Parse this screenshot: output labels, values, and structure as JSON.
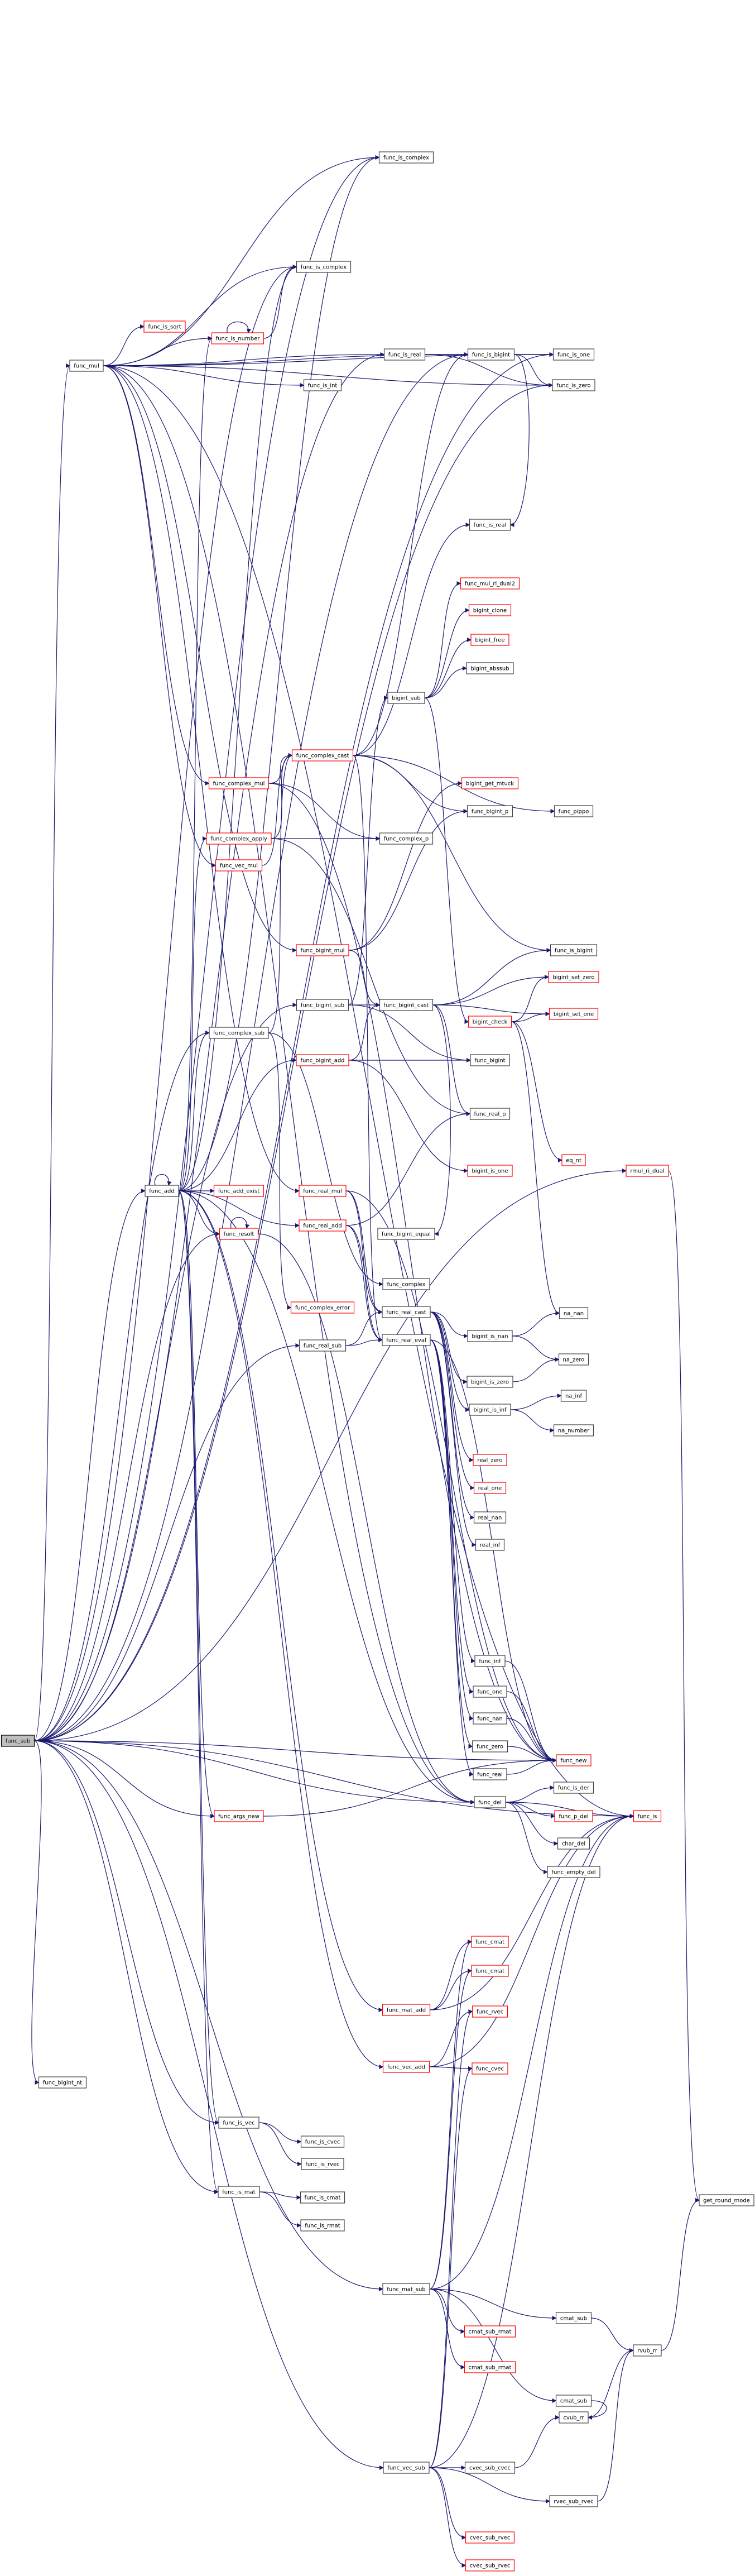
{
  "colors": {
    "edge": "#191970",
    "node_border": "#404040",
    "missing_border": "#ff0000",
    "root_fill": "#bfbfbf"
  },
  "nodes": [
    {
      "id": "func_sub",
      "label": "func_sub",
      "style": "root"
    },
    {
      "id": "func_mul",
      "label": "func_mul",
      "style": "normal"
    },
    {
      "id": "func_add",
      "label": "func_add",
      "style": "normal"
    },
    {
      "id": "func_is_complex",
      "label": "func_is_complex",
      "style": "normal"
    },
    {
      "id": "func_is_complex2",
      "label": "func_is_complex",
      "style": "normal"
    },
    {
      "id": "func_is_number",
      "label": "func_is_number",
      "style": "missing"
    },
    {
      "id": "func_is_sqrt",
      "label": "func_is_sqrt",
      "style": "missing"
    },
    {
      "id": "func_is_real",
      "label": "func_is_real",
      "style": "normal"
    },
    {
      "id": "func_is_int",
      "label": "func_is_int",
      "style": "normal"
    },
    {
      "id": "func_is_bigint",
      "label": "func_is_bigint",
      "style": "normal"
    },
    {
      "id": "func_is_one",
      "label": "func_is_one",
      "style": "normal"
    },
    {
      "id": "func_is_zero",
      "label": "func_is_zero",
      "style": "normal"
    },
    {
      "id": "func_is_real_b",
      "label": "func_is_real",
      "style": "normal"
    },
    {
      "id": "func_mul_ri_dual",
      "label": "func_mul_ri_dual2",
      "style": "missing"
    },
    {
      "id": "bigint_clone",
      "label": "bigint_clone",
      "style": "missing"
    },
    {
      "id": "bigint_free",
      "label": "bigint_free",
      "style": "missing"
    },
    {
      "id": "bigint_abssub",
      "label": "bigint_abssub",
      "style": "normal"
    },
    {
      "id": "bigint_sub",
      "label": "bigint_sub",
      "style": "normal"
    },
    {
      "id": "func_complex_mul",
      "label": "func_complex_mul",
      "style": "missing"
    },
    {
      "id": "func_complex_cast",
      "label": "func_complex_cast",
      "style": "missing"
    },
    {
      "id": "func_complex_apply",
      "label": "func_complex_apply",
      "style": "missing"
    },
    {
      "id": "func_vec_mul",
      "label": "func_vec_mul",
      "style": "missing"
    },
    {
      "id": "func_complex_p",
      "label": "func_complex_p",
      "style": "normal"
    },
    {
      "id": "bigint_get_mtuck",
      "label": "bigint_get_mtuck",
      "style": "missing"
    },
    {
      "id": "func_bigint_p",
      "label": "func_bigint_p",
      "style": "normal"
    },
    {
      "id": "func_pippo",
      "label": "func_pippo",
      "style": "normal"
    },
    {
      "id": "func_bigint_mul",
      "label": "func_bigint_mul",
      "style": "missing"
    },
    {
      "id": "func_is_bigint2",
      "label": "func_is_bigint",
      "style": "normal"
    },
    {
      "id": "func_bigint_sub",
      "label": "func_bigint_sub",
      "style": "normal"
    },
    {
      "id": "func_bigint_cast",
      "label": "func_bigint_cast",
      "style": "normal"
    },
    {
      "id": "bigint_set_zero",
      "label": "bigint_set_zero",
      "style": "missing"
    },
    {
      "id": "func_complex_sub",
      "label": "func_complex_sub",
      "style": "normal"
    },
    {
      "id": "bigint_check",
      "label": "bigint_check",
      "style": "missing"
    },
    {
      "id": "bigint_set_one",
      "label": "bigint_set_one",
      "style": "missing"
    },
    {
      "id": "func_bigint_add",
      "label": "func_bigint_add",
      "style": "missing"
    },
    {
      "id": "func_bigint",
      "label": "func_bigint",
      "style": "normal"
    },
    {
      "id": "func_real_p",
      "label": "func_real_p",
      "style": "normal"
    },
    {
      "id": "eq_nt",
      "label": "eq_nt",
      "style": "missing"
    },
    {
      "id": "func_add_exist",
      "label": "func_add_exist",
      "style": "missing"
    },
    {
      "id": "func_real_mul",
      "label": "func_real_mul",
      "style": "missing"
    },
    {
      "id": "bigint_is_one",
      "label": "bigint_is_one",
      "style": "missing"
    },
    {
      "id": "func_resolt",
      "label": "func_resolt",
      "style": "missing"
    },
    {
      "id": "func_real_add",
      "label": "func_real_add",
      "style": "missing"
    },
    {
      "id": "func_bigint_equal",
      "label": "func_bigint_equal",
      "style": "normal"
    },
    {
      "id": "func_complex",
      "label": "func_complex",
      "style": "normal"
    },
    {
      "id": "func_complex_error",
      "label": "func_complex_error",
      "style": "missing"
    },
    {
      "id": "func_real_cast",
      "label": "func_real_cast",
      "style": "normal"
    },
    {
      "id": "func_real_sub",
      "label": "func_real_sub",
      "style": "normal"
    },
    {
      "id": "func_real_eval",
      "label": "func_real_eval",
      "style": "normal"
    },
    {
      "id": "bigint_is_nan",
      "label": "bigint_is_nan",
      "style": "normal"
    },
    {
      "id": "na_nan",
      "label": "na_nan",
      "style": "normal"
    },
    {
      "id": "na_zero",
      "label": "na_zero",
      "style": "normal"
    },
    {
      "id": "bigint_is_zero",
      "label": "bigint_is_zero",
      "style": "normal"
    },
    {
      "id": "bigint_is_inf",
      "label": "bigint_is_inf",
      "style": "normal"
    },
    {
      "id": "na_inf",
      "label": "na_inf",
      "style": "normal"
    },
    {
      "id": "na_number",
      "label": "na_number",
      "style": "normal"
    },
    {
      "id": "real_zero",
      "label": "real_zero",
      "style": "missing"
    },
    {
      "id": "real_one",
      "label": "real_one",
      "style": "missing"
    },
    {
      "id": "real_nan",
      "label": "real_nan",
      "style": "normal"
    },
    {
      "id": "real_inf",
      "label": "real_inf",
      "style": "normal"
    },
    {
      "id": "func_inf",
      "label": "func_inf",
      "style": "normal"
    },
    {
      "id": "func_one",
      "label": "func_one",
      "style": "normal"
    },
    {
      "id": "func_nan",
      "label": "func_nan",
      "style": "normal"
    },
    {
      "id": "func_zero",
      "label": "func_zero",
      "style": "normal"
    },
    {
      "id": "func_new",
      "label": "func_new",
      "style": "missing"
    },
    {
      "id": "func_real",
      "label": "func_real",
      "style": "normal"
    },
    {
      "id": "func_is_der",
      "label": "func_is_der",
      "style": "normal"
    },
    {
      "id": "func_del",
      "label": "func_del",
      "style": "normal"
    },
    {
      "id": "func_p_del",
      "label": "func_p_del",
      "style": "missing"
    },
    {
      "id": "func_is",
      "label": "func_is",
      "style": "missing"
    },
    {
      "id": "char_del",
      "label": "char_del",
      "style": "normal"
    },
    {
      "id": "func_empty_del",
      "label": "func_empty_del",
      "style": "normal"
    },
    {
      "id": "func_args_new",
      "label": "func_args_new",
      "style": "missing"
    },
    {
      "id": "func_cmat",
      "label": "func_cmat",
      "style": "missing"
    },
    {
      "id": "func_cmat2",
      "label": "func_cmat",
      "style": "missing"
    },
    {
      "id": "func_mat_add",
      "label": "func_mat_add",
      "style": "missing"
    },
    {
      "id": "func_rvec",
      "label": "func_rvec",
      "style": "missing"
    },
    {
      "id": "func_vec_add",
      "label": "func_vec_add",
      "style": "missing"
    },
    {
      "id": "func_cvec",
      "label": "func_cvec",
      "style": "missing"
    },
    {
      "id": "func_bigint_nt",
      "label": "func_bigint_nt",
      "style": "normal"
    },
    {
      "id": "func_is_vec",
      "label": "func_is_vec",
      "style": "normal"
    },
    {
      "id": "func_is_cvec",
      "label": "func_is_cvec",
      "style": "normal"
    },
    {
      "id": "func_is_rvec",
      "label": "func_is_rvec",
      "style": "normal"
    },
    {
      "id": "func_is_mat",
      "label": "func_is_mat",
      "style": "normal"
    },
    {
      "id": "func_is_cmat",
      "label": "func_is_cmat",
      "style": "normal"
    },
    {
      "id": "func_is_rmat",
      "label": "func_is_rmat",
      "style": "normal"
    },
    {
      "id": "get_round_mode",
      "label": "get_round_mode",
      "style": "normal"
    },
    {
      "id": "func_mat_sub",
      "label": "func_mat_sub",
      "style": "normal"
    },
    {
      "id": "cmat_sub",
      "label": "cmat_sub",
      "style": "normal"
    },
    {
      "id": "rvub_rr",
      "label": "rvub_rr",
      "style": "normal"
    },
    {
      "id": "cmat_sub_rmat",
      "label": "cmat_sub_rmat",
      "style": "missing"
    },
    {
      "id": "cmat_sub_rmat2",
      "label": "cmat_sub_rmat",
      "style": "missing"
    },
    {
      "id": "cmat_sub2",
      "label": "cmat_sub",
      "style": "normal"
    },
    {
      "id": "cvub_rr",
      "label": "cvub_rr",
      "style": "normal"
    },
    {
      "id": "func_vec_sub",
      "label": "func_vec_sub",
      "style": "normal"
    },
    {
      "id": "cvec_sub_cvec",
      "label": "cvec_sub_cvec",
      "style": "normal"
    },
    {
      "id": "rvec_sub_rvec",
      "label": "rvec_sub_rvec",
      "style": "normal"
    },
    {
      "id": "cvec_sub_rvec",
      "label": "cvec_sub_rvec",
      "style": "missing"
    },
    {
      "id": "cvec_sub_rvec2",
      "label": "cvec_sub_rvec",
      "style": "missing"
    },
    {
      "id": "rmul_ri_dual",
      "label": "rmul_ri_dual",
      "style": "missing"
    }
  ],
  "edges": [
    [
      "func_sub",
      "func_mul"
    ],
    [
      "func_sub",
      "func_add"
    ],
    [
      "func_sub",
      "func_is_complex"
    ],
    [
      "func_sub",
      "func_is_complex2"
    ],
    [
      "func_sub",
      "func_is_real"
    ],
    [
      "func_sub",
      "func_is_bigint"
    ],
    [
      "func_sub",
      "func_is_one"
    ],
    [
      "func_sub",
      "func_is_zero"
    ],
    [
      "func_sub",
      "func_complex_sub"
    ],
    [
      "func_sub",
      "func_bigint_sub"
    ],
    [
      "func_sub",
      "func_real_sub"
    ],
    [
      "func_sub",
      "func_resolt"
    ],
    [
      "func_sub",
      "func_del"
    ],
    [
      "func_sub",
      "func_new"
    ],
    [
      "func_sub",
      "func_is"
    ],
    [
      "func_sub",
      "func_bigint_nt"
    ],
    [
      "func_sub",
      "func_is_vec"
    ],
    [
      "func_sub",
      "func_is_mat"
    ],
    [
      "func_sub",
      "func_mat_sub"
    ],
    [
      "func_sub",
      "func_vec_sub"
    ],
    [
      "func_sub",
      "func_args_new"
    ],
    [
      "func_sub",
      "rmul_ri_dual"
    ],
    [
      "func_mul",
      "func_is_complex"
    ],
    [
      "func_mul",
      "func_is_complex2"
    ],
    [
      "func_mul",
      "func_is_number"
    ],
    [
      "func_mul",
      "func_is_sqrt"
    ],
    [
      "func_mul",
      "func_is_int"
    ],
    [
      "func_mul",
      "func_is_real"
    ],
    [
      "func_mul",
      "func_is_bigint"
    ],
    [
      "func_mul",
      "func_is_one"
    ],
    [
      "func_mul",
      "func_is_zero"
    ],
    [
      "func_mul",
      "func_complex_mul"
    ],
    [
      "func_mul",
      "func_bigint_mul"
    ],
    [
      "func_mul",
      "func_real_mul"
    ],
    [
      "func_mul",
      "func_vec_mul"
    ],
    [
      "func_mul",
      "func_del"
    ],
    [
      "func_mul",
      "func_is"
    ],
    [
      "func_add",
      "func_add"
    ],
    [
      "func_add",
      "func_is_complex"
    ],
    [
      "func_add",
      "func_is_complex2"
    ],
    [
      "func_add",
      "func_is_number"
    ],
    [
      "func_add",
      "func_complex_apply"
    ],
    [
      "func_add",
      "func_bigint_add"
    ],
    [
      "func_add",
      "func_real_add"
    ],
    [
      "func_add",
      "func_add_exist"
    ],
    [
      "func_add",
      "func_resolt"
    ],
    [
      "func_add",
      "func_complex_sub"
    ],
    [
      "func_add",
      "func_mat_add"
    ],
    [
      "func_add",
      "func_vec_add"
    ],
    [
      "func_add",
      "func_del"
    ],
    [
      "func_add",
      "func_is_vec"
    ],
    [
      "func_add",
      "func_is_mat"
    ],
    [
      "func_add",
      "func_args_new"
    ],
    [
      "func_is_number",
      "func_is_number"
    ],
    [
      "func_is_number",
      "func_is_complex2"
    ],
    [
      "func_is_real",
      "func_is_bigint"
    ],
    [
      "func_is_real",
      "func_is_one"
    ],
    [
      "func_is_real",
      "func_is_zero"
    ],
    [
      "func_is_bigint",
      "func_is_one"
    ],
    [
      "func_is_bigint",
      "func_is_zero"
    ],
    [
      "func_is_bigint",
      "func_is_real_b"
    ],
    [
      "bigint_sub",
      "bigint_abssub"
    ],
    [
      "bigint_sub",
      "bigint_free"
    ],
    [
      "bigint_sub",
      "bigint_clone"
    ],
    [
      "bigint_sub",
      "func_mul_ri_dual"
    ],
    [
      "bigint_sub",
      "bigint_true"
    ],
    [
      "bigint_sub",
      "bigint_check"
    ],
    [
      "func_complex_mul",
      "func_complex_cast"
    ],
    [
      "func_complex_mul",
      "func_complex_p"
    ],
    [
      "func_complex_mul",
      "func_new"
    ],
    [
      "func_complex_apply",
      "func_complex_cast"
    ],
    [
      "func_complex_apply",
      "func_complex_p"
    ],
    [
      "func_complex_apply",
      "func_real_p"
    ],
    [
      "func_complex_cast",
      "func_is_bigint"
    ],
    [
      "func_complex_cast",
      "func_is_real_b"
    ],
    [
      "func_complex_cast",
      "func_bigint_p"
    ],
    [
      "func_complex_cast",
      "func_pippo"
    ],
    [
      "func_complex_cast",
      "func_is_bigint2"
    ],
    [
      "func_complex_cast",
      "func_real_eval"
    ],
    [
      "func_vec_mul",
      "func_complex_cast"
    ],
    [
      "func_bigint_mul",
      "func_bigint_cast"
    ],
    [
      "func_bigint_mul",
      "bigint_get_mtuck"
    ],
    [
      "func_bigint_mul",
      "func_bigint_p"
    ],
    [
      "func_bigint_sub",
      "func_bigint_cast"
    ],
    [
      "func_bigint_sub",
      "bigint_sub"
    ],
    [
      "func_bigint_sub",
      "func_bigint"
    ],
    [
      "func_bigint_cast",
      "func_is_bigint2"
    ],
    [
      "func_bigint_cast",
      "bigint_set_zero"
    ],
    [
      "func_bigint_cast",
      "bigint_set_one"
    ],
    [
      "func_bigint_cast",
      "func_real_p"
    ],
    [
      "func_bigint_cast",
      "func_bigint_equal"
    ],
    [
      "func_complex_sub",
      "func_complex_cast"
    ],
    [
      "func_complex_sub",
      "func_complex"
    ],
    [
      "func_complex_sub",
      "func_complex_error"
    ],
    [
      "func_bigint_add",
      "func_bigint_cast"
    ],
    [
      "func_bigint_add",
      "func_bigint"
    ],
    [
      "func_bigint_add",
      "bigint_is_one"
    ],
    [
      "bigint_check",
      "bigint_set_zero"
    ],
    [
      "bigint_check",
      "bigint_set_one"
    ],
    [
      "bigint_check",
      "eq_nt"
    ],
    [
      "bigint_check",
      "na_nan"
    ],
    [
      "func_real_mul",
      "func_real_cast"
    ],
    [
      "func_real_mul",
      "func_real_eval"
    ],
    [
      "func_real_mul",
      "func_new"
    ],
    [
      "func_real_add",
      "func_real_cast"
    ],
    [
      "func_real_add",
      "func_real_eval"
    ],
    [
      "func_real_add",
      "func_real_p"
    ],
    [
      "func_real_sub",
      "func_real_cast"
    ],
    [
      "func_real_sub",
      "func_real_eval"
    ],
    [
      "func_real_cast",
      "bigint_is_nan"
    ],
    [
      "func_real_cast",
      "bigint_is_zero"
    ],
    [
      "func_real_cast",
      "bigint_is_inf"
    ],
    [
      "func_real_cast",
      "real_zero"
    ],
    [
      "func_real_cast",
      "real_one"
    ],
    [
      "func_real_cast",
      "real_nan"
    ],
    [
      "func_real_cast",
      "real_inf"
    ],
    [
      "func_real_eval",
      "func_inf"
    ],
    [
      "func_real_eval",
      "func_one"
    ],
    [
      "func_real_eval",
      "func_nan"
    ],
    [
      "func_real_eval",
      "func_zero"
    ],
    [
      "func_real_eval",
      "func_real"
    ],
    [
      "func_real_eval",
      "func_new"
    ],
    [
      "bigint_is_nan",
      "na_nan"
    ],
    [
      "bigint_is_nan",
      "na_zero"
    ],
    [
      "bigint_is_zero",
      "na_zero"
    ],
    [
      "bigint_is_inf",
      "na_inf"
    ],
    [
      "bigint_is_inf",
      "na_number"
    ],
    [
      "func_inf",
      "func_new"
    ],
    [
      "func_one",
      "func_new"
    ],
    [
      "func_nan",
      "func_new"
    ],
    [
      "func_zero",
      "func_new"
    ],
    [
      "func_real",
      "func_new"
    ],
    [
      "func_del",
      "func_is_der"
    ],
    [
      "func_del",
      "func_p_del"
    ],
    [
      "func_del",
      "char_del"
    ],
    [
      "func_del",
      "func_empty_del"
    ],
    [
      "func_del",
      "func_is"
    ],
    [
      "func_mat_add",
      "func_cmat"
    ],
    [
      "func_mat_add",
      "func_cmat2"
    ],
    [
      "func_mat_add",
      "func_is"
    ],
    [
      "func_vec_add",
      "func_rvec"
    ],
    [
      "func_vec_add",
      "func_cvec"
    ],
    [
      "func_vec_add",
      "func_is"
    ],
    [
      "func_is_vec",
      "func_is_cvec"
    ],
    [
      "func_is_vec",
      "func_is_rvec"
    ],
    [
      "func_is_mat",
      "func_is_cmat"
    ],
    [
      "func_is_mat",
      "func_is_rmat"
    ],
    [
      "func_mat_sub",
      "cmat_sub"
    ],
    [
      "func_mat_sub",
      "cmat_sub_rmat"
    ],
    [
      "func_mat_sub",
      "cmat_sub_rmat2"
    ],
    [
      "func_mat_sub",
      "cmat_sub2"
    ],
    [
      "func_mat_sub",
      "func_cmat"
    ],
    [
      "func_mat_sub",
      "func_cmat2"
    ],
    [
      "func_mat_sub",
      "func_is"
    ],
    [
      "cmat_sub",
      "rvub_rr"
    ],
    [
      "cmat_sub2",
      "cvub_rr"
    ],
    [
      "cvub_rr",
      "rvub_rr"
    ],
    [
      "rvub_rr",
      "get_round_mode"
    ],
    [
      "func_vec_sub",
      "cvec_sub_cvec"
    ],
    [
      "func_vec_sub",
      "rvec_sub_rvec"
    ],
    [
      "func_vec_sub",
      "cvec_sub_rvec"
    ],
    [
      "func_vec_sub",
      "cvec_sub_rvec2"
    ],
    [
      "func_vec_sub",
      "func_rvec"
    ],
    [
      "func_vec_sub",
      "func_cvec"
    ],
    [
      "func_vec_sub",
      "func_is"
    ],
    [
      "cvec_sub_cvec",
      "cvub_rr"
    ],
    [
      "rvec_sub_rvec",
      "rvub_rr"
    ],
    [
      "rmul_ri_dual",
      "get_round_mode"
    ],
    [
      "func_args_new",
      "func_new"
    ],
    [
      "func_resolt",
      "func_resolt"
    ],
    [
      "func_resolt",
      "func_del"
    ]
  ]
}
